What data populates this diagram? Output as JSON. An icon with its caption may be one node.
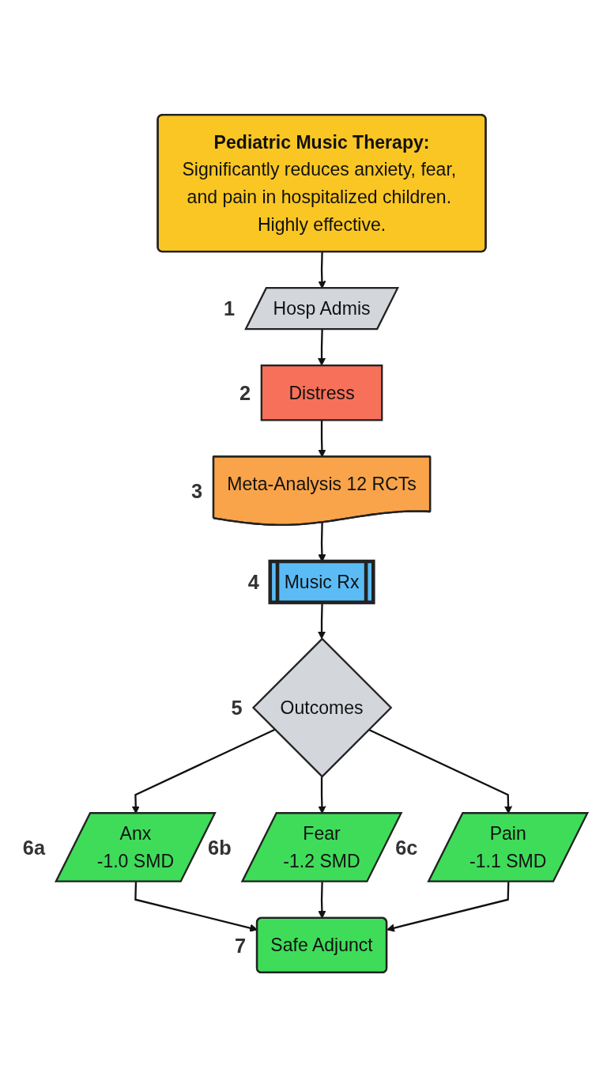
{
  "diagram": {
    "nodes": [
      {
        "text": [
          "Pediatric Music Therapy:",
          "Significantly reduces anxiety, fear, and pain in hospitalized children. Highly effective."
        ]
      },
      {
        "text": [
          "Hosp Admis"
        ],
        "beside": [
          "1"
        ]
      },
      {
        "text": [
          "Distress"
        ],
        "beside": [
          "2"
        ]
      },
      {
        "text": [
          "Meta-Analysis 12 RCTs"
        ],
        "beside": [
          "3"
        ]
      },
      {
        "text": [
          "Music Rx"
        ],
        "beside": [
          "4"
        ]
      },
      {
        "text": [
          "Outcomes"
        ],
        "beside": [
          "5"
        ]
      },
      {
        "text": [
          "Anx",
          "-1.0 SMD"
        ],
        "beside": [
          "6a"
        ]
      },
      {
        "text": [
          "Fear",
          "-1.2 SMD"
        ],
        "beside": [
          "6b"
        ]
      },
      {
        "text": [
          "Pain",
          "-1.1 SMD"
        ],
        "beside": [
          "6c"
        ]
      },
      {
        "text": [
          "Safe Adjunct"
        ],
        "beside": [
          "7"
        ]
      }
    ],
    "edges": [
      {
        "from": 0,
        "to": 1,
        "arrow": "to"
      },
      {
        "from": 1,
        "to": 2,
        "arrow": "to"
      },
      {
        "from": 2,
        "to": 3,
        "arrow": "to"
      },
      {
        "from": 3,
        "to": 4,
        "arrow": "to"
      },
      {
        "from": 4,
        "to": 5,
        "arrow": "to"
      },
      {
        "from": 5,
        "to": 6,
        "arrow": "to"
      },
      {
        "from": 5,
        "to": 7,
        "arrow": "to"
      },
      {
        "from": 5,
        "to": 8,
        "arrow": "to"
      },
      {
        "from": 6,
        "to": 9,
        "arrow": "to"
      },
      {
        "from": 7,
        "to": 9,
        "arrow": "to"
      },
      {
        "from": 8,
        "to": 9,
        "arrow": "to"
      }
    ]
  }
}
